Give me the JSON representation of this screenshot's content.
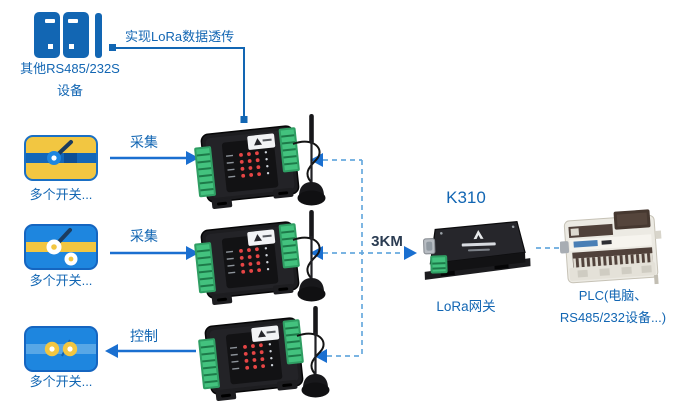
{
  "colors": {
    "accent_text": "#1266b3",
    "arrow_blue": "#1a6fd0",
    "dashed_blue": "#68a9de",
    "distance_text": "#2b3c52",
    "switch_yellow": "#f2c641",
    "switch_blue": "#1e86df",
    "terminal_green": "#43c27e",
    "led_red": "#e64545",
    "device_black": "#1d1d20"
  },
  "top_left_device": {
    "label_line1": "其他RS485/232S",
    "label_line2": "设备"
  },
  "top_connection": {
    "label": "实现LoRa数据透传"
  },
  "switch_rows": [
    {
      "label": "多个开关...",
      "arrow_label": "采集",
      "direction": "right"
    },
    {
      "label": "多个开关...",
      "arrow_label": "采集",
      "direction": "right"
    },
    {
      "label": "多个开关...",
      "arrow_label": "控制",
      "direction": "left"
    }
  ],
  "link": {
    "distance_label": "3KM"
  },
  "gateway": {
    "model": "K310",
    "label": "LoRa网关"
  },
  "plc": {
    "label_line1": "PLC(电脑、",
    "label_line2": "RS485/232设备...)"
  }
}
